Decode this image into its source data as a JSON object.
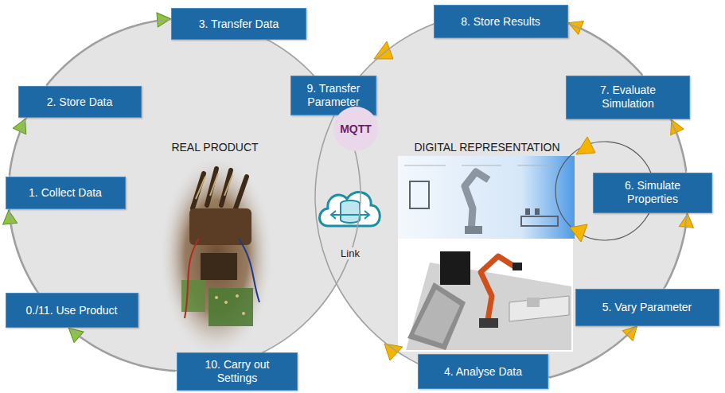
{
  "diagram": {
    "nodes": [
      {
        "text": [
          "REAL PRODUCT"
        ]
      },
      {
        "text": [
          "DIGITAL REPRESENTATION"
        ]
      },
      {
        "text": [
          "0./11. Use Product"
        ]
      },
      {
        "text": [
          "1. Collect Data"
        ]
      },
      {
        "text": [
          "2. Store Data"
        ]
      },
      {
        "text": [
          "3. Transfer Data"
        ]
      },
      {
        "text": [
          "9. Transfer Parameter"
        ]
      },
      {
        "text": [
          "10. Carry out Settings"
        ]
      },
      {
        "text": [
          "4. Analyse Data"
        ]
      },
      {
        "text": [
          "5. Vary Parameter"
        ]
      },
      {
        "text": [
          "6. Simulate Properties"
        ]
      },
      {
        "text": [
          "7. Evaluate Simulation"
        ]
      },
      {
        "text": [
          "8. Store Results"
        ]
      }
    ],
    "edges": [
      {
        "from": 2,
        "to": 3,
        "arrow": "to"
      },
      {
        "from": 3,
        "to": 4,
        "arrow": "to"
      },
      {
        "from": 4,
        "to": 5,
        "arrow": "to"
      },
      {
        "from": 7,
        "to": 2,
        "arrow": "to"
      },
      {
        "from": 8,
        "to": 9,
        "arrow": "to"
      },
      {
        "from": 9,
        "to": 10,
        "arrow": "to"
      },
      {
        "from": 10,
        "to": 11,
        "arrow": "to"
      },
      {
        "from": 11,
        "to": 12,
        "arrow": "to"
      }
    ],
    "labels": [
      "MQTT",
      "Link"
    ]
  }
}
